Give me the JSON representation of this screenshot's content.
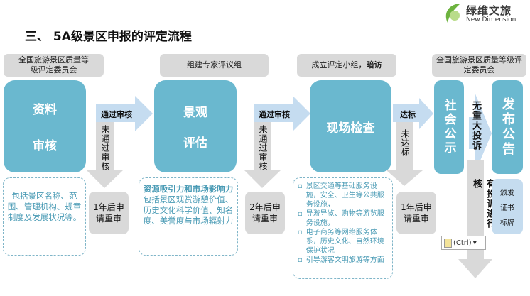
{
  "logo": {
    "name_cn": "绿维文旅",
    "name_en": "New Dimension"
  },
  "title": "三、 5A级景区申报的评定流程",
  "headers": [
    "全国旅游景区质量等级评定委员会",
    "组建专家评议组",
    "成立评定小组，",
    "暗访",
    "全国旅游景区质量等级评定委员会"
  ],
  "steps": {
    "s1a": "资料",
    "s1b": "审核",
    "s2a": "景观",
    "s2b": "评估",
    "s3": "现场检查",
    "s4": "社会公示",
    "s5": "发布公告"
  },
  "arrows": {
    "pass": "通过审核",
    "fail": "未通过审核",
    "reach": "达标",
    "not_reach": "未达标",
    "no_complaint": "无重大投诉",
    "complaint": "有投诉进行核"
  },
  "retry": [
    "1年后申请重审",
    "2年后申请重审",
    "1年后申请重审"
  ],
  "desc1": "包括景区名称、范围、管理机构、规章制度及发展状况等。",
  "desc2": {
    "title": "资源吸引力和市场影响力",
    "body": "包括景区观赏游憩价值、历史文化科学价值、知名度、美誉度与市场辐射力"
  },
  "desc3": [
    "景区交通等基础服务设施，安全、卫生等公共服务设施，",
    "导游导览、购物等游览服务设施，",
    "电子商务等网络服务体系，历史文化、自然环境保护状况",
    "引导游客文明旅游等方面"
  ],
  "award": [
    "颁发",
    "证书",
    "标牌"
  ],
  "paste_popup": "(Ctrl)",
  "colors": {
    "teal": "#6ab8cf",
    "arrow_blue": "#c5dcf0",
    "gray": "#d9d9d9",
    "desc_text": "#4a9bb5"
  }
}
